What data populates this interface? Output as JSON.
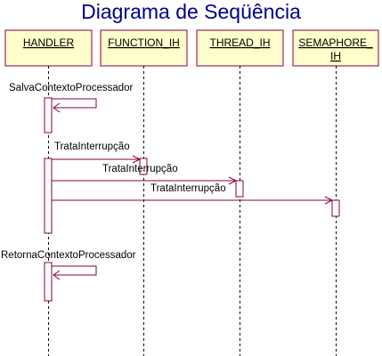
{
  "title": "Diagrama de Seqüência",
  "colors": {
    "title": "#000088",
    "object_fill": "#ffffcc",
    "object_stroke": "#800040",
    "message_stroke": "#800040",
    "lifeline": "#000000"
  },
  "objects": [
    {
      "lines": [
        "HANDLER"
      ]
    },
    {
      "lines": [
        "FUNCTION_IH"
      ]
    },
    {
      "lines": [
        "THREAD_IH"
      ]
    },
    {
      "lines": [
        "SEMAPHORE_",
        "IH"
      ]
    }
  ],
  "messages": [
    {
      "label": "SalvaContextoProcessador",
      "from": 0,
      "to": 0,
      "self": true
    },
    {
      "label": "TrataInterrupção",
      "from": 0,
      "to": 1
    },
    {
      "label": "TrataInterrupção",
      "from": 0,
      "to": 2
    },
    {
      "label": "TrataInterrupção",
      "from": 0,
      "to": 3
    },
    {
      "label": "RetornaContextoProcessador",
      "from": 0,
      "to": 0,
      "self": true
    }
  ]
}
